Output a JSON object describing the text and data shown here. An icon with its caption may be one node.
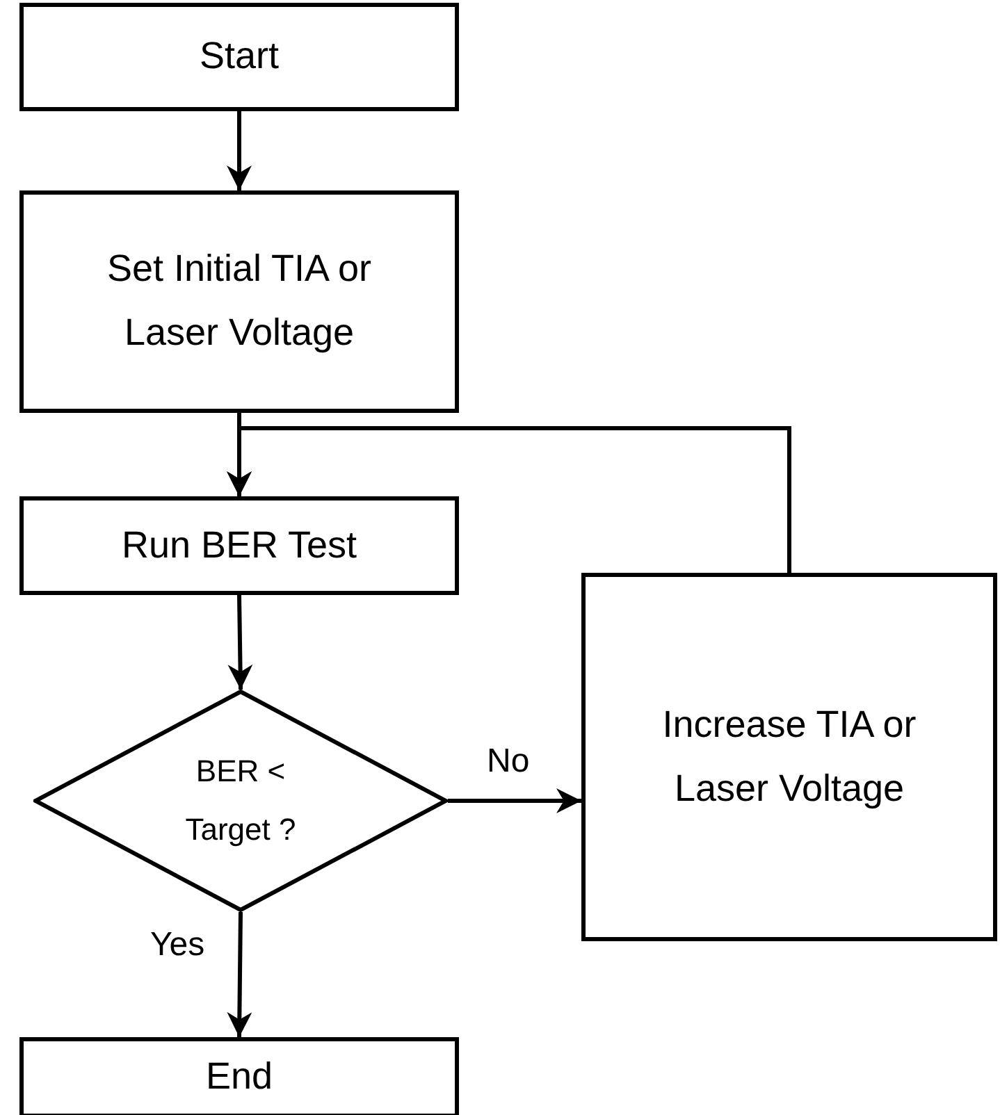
{
  "diagram": {
    "nodes": [
      {
        "text": [
          "Start"
        ]
      },
      {
        "text": [
          "Set Initial TIA or Laser Voltage"
        ]
      },
      {
        "text": [
          "Run BER Test"
        ]
      },
      {
        "text": [
          "BER < Target ?"
        ]
      },
      {
        "text": [
          "Increase TIA or Laser Voltage"
        ]
      },
      {
        "text": [
          "End"
        ]
      }
    ],
    "edges": [
      {
        "from": 0,
        "to": 1,
        "arrow": "to"
      },
      {
        "from": 1,
        "to": 2,
        "arrow": "to"
      },
      {
        "from": 2,
        "to": 3,
        "arrow": "to"
      },
      {
        "from": 3,
        "to": 4,
        "arrow": "to",
        "label": "No"
      },
      {
        "from": 4,
        "to": 2,
        "arrow": "to"
      },
      {
        "from": 3,
        "to": 5,
        "arrow": "to",
        "label": "Yes"
      }
    ]
  }
}
